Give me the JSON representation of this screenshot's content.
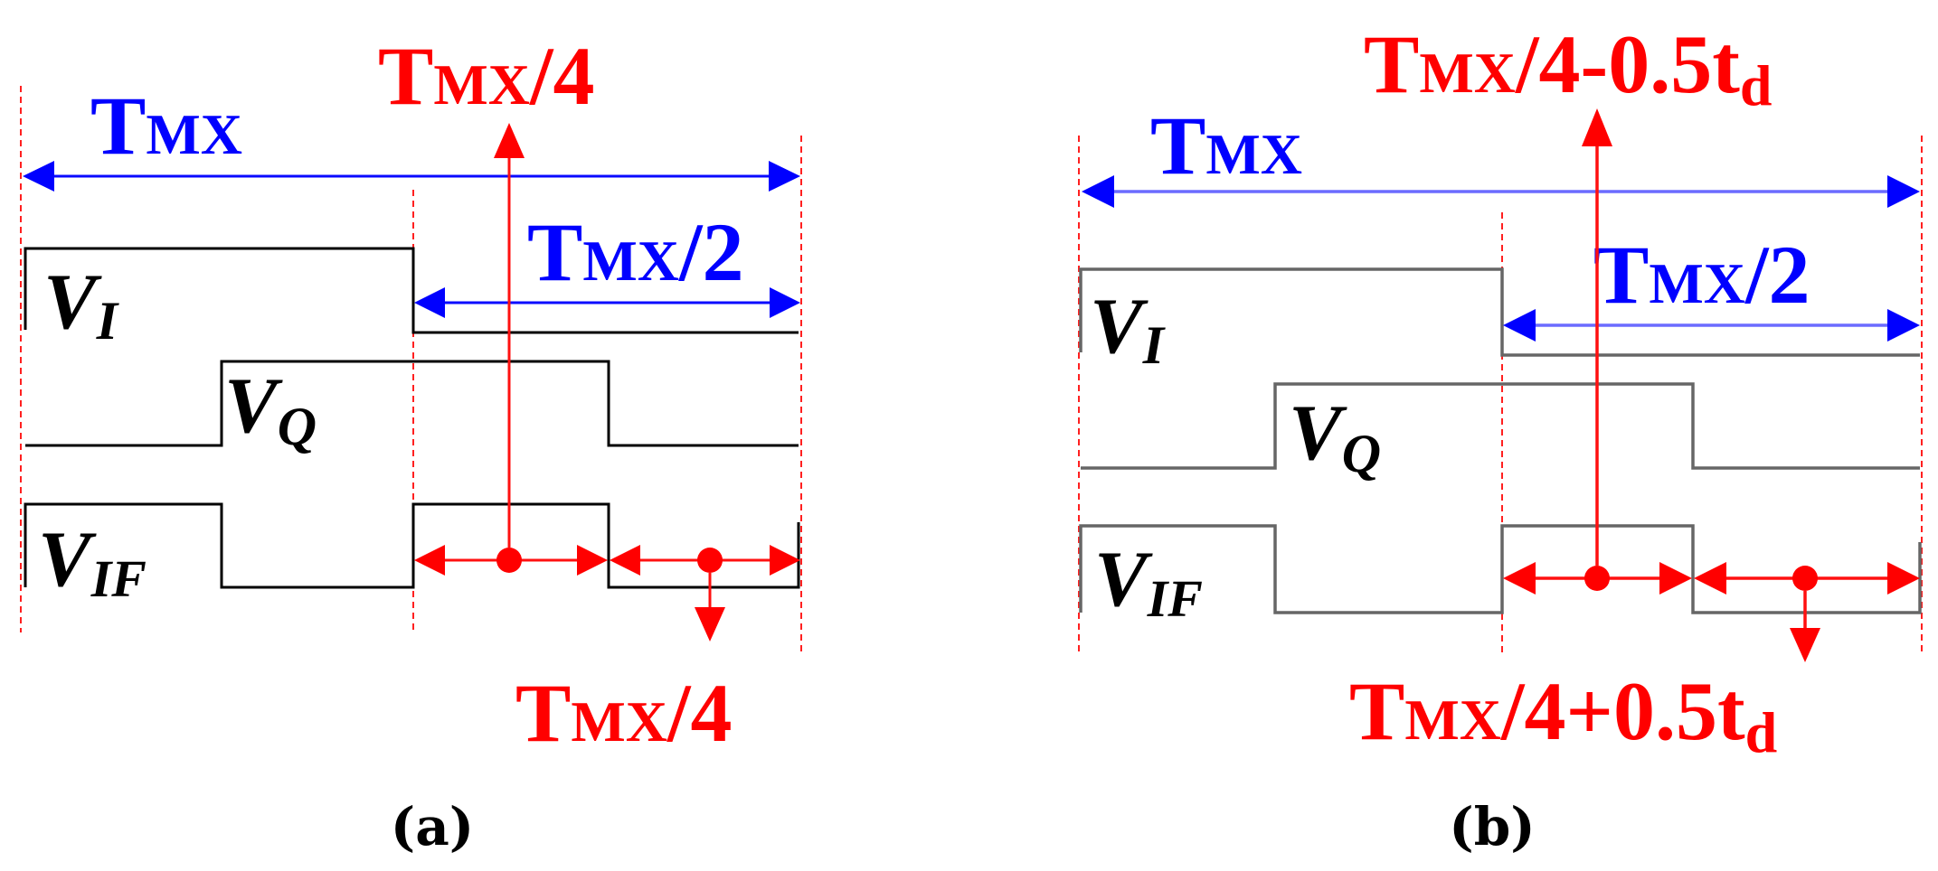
{
  "panels": [
    {
      "caption": "(a)",
      "period_label": {
        "T": "T",
        "sub": "MX"
      },
      "half_label": {
        "T": "T",
        "sub": "MX",
        "suffix": "/2"
      },
      "top_label": {
        "T": "T",
        "sub": "MX",
        "suffix": "/4"
      },
      "bottom_label": {
        "T": "T",
        "sub": "MX",
        "suffix": "/4"
      },
      "signals": {
        "vi": {
          "V": "V",
          "sub": "I"
        },
        "vq": {
          "V": "V",
          "sub": "Q"
        },
        "vif": {
          "V": "V",
          "sub": "IF"
        }
      }
    },
    {
      "caption": "(b)",
      "period_label": {
        "T": "T",
        "sub": "MX"
      },
      "half_label": {
        "T": "T",
        "sub": "MX",
        "suffix": "/2"
      },
      "top_label": {
        "T": "T",
        "sub": "MX",
        "suffix": "/4-0.5t",
        "sub2": "d"
      },
      "bottom_label": {
        "T": "T",
        "sub": "MX",
        "suffix": "/4+0.5t",
        "sub2": "d"
      },
      "signals": {
        "vi": {
          "V": "V",
          "sub": "I"
        },
        "vq": {
          "V": "V",
          "sub": "Q"
        },
        "vif": {
          "V": "V",
          "sub": "IF"
        }
      }
    }
  ],
  "colors": {
    "red": "#ff0000",
    "blue": "#0000ff",
    "signal": "#000000"
  }
}
